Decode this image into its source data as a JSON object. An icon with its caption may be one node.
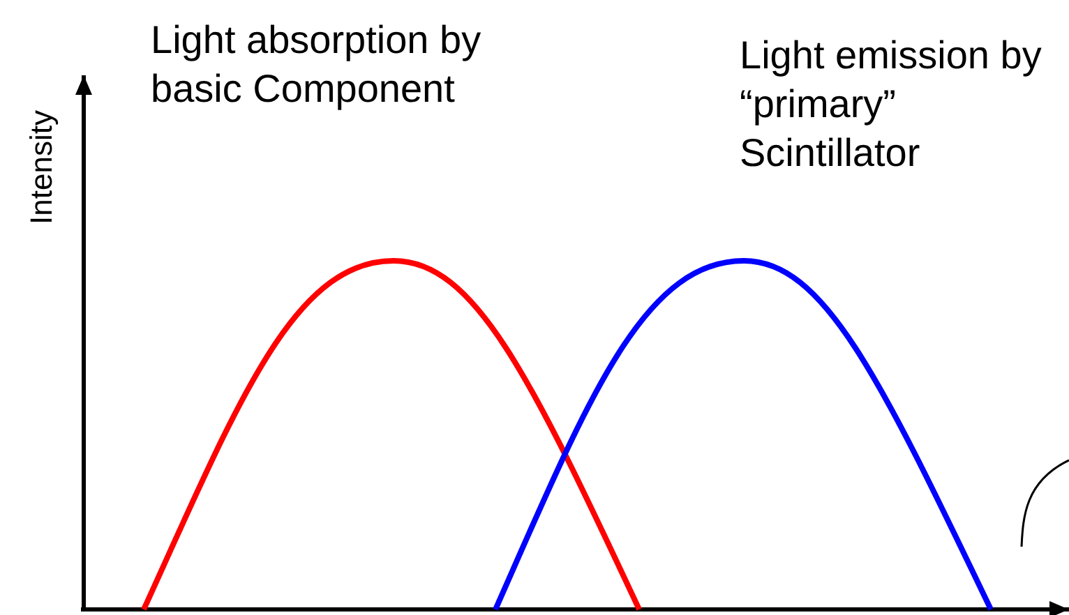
{
  "diagram": {
    "labels": [
      "Intensity",
      "Light absorption by basic Component",
      "Light emission by “primary” Scintillator"
    ]
  }
}
